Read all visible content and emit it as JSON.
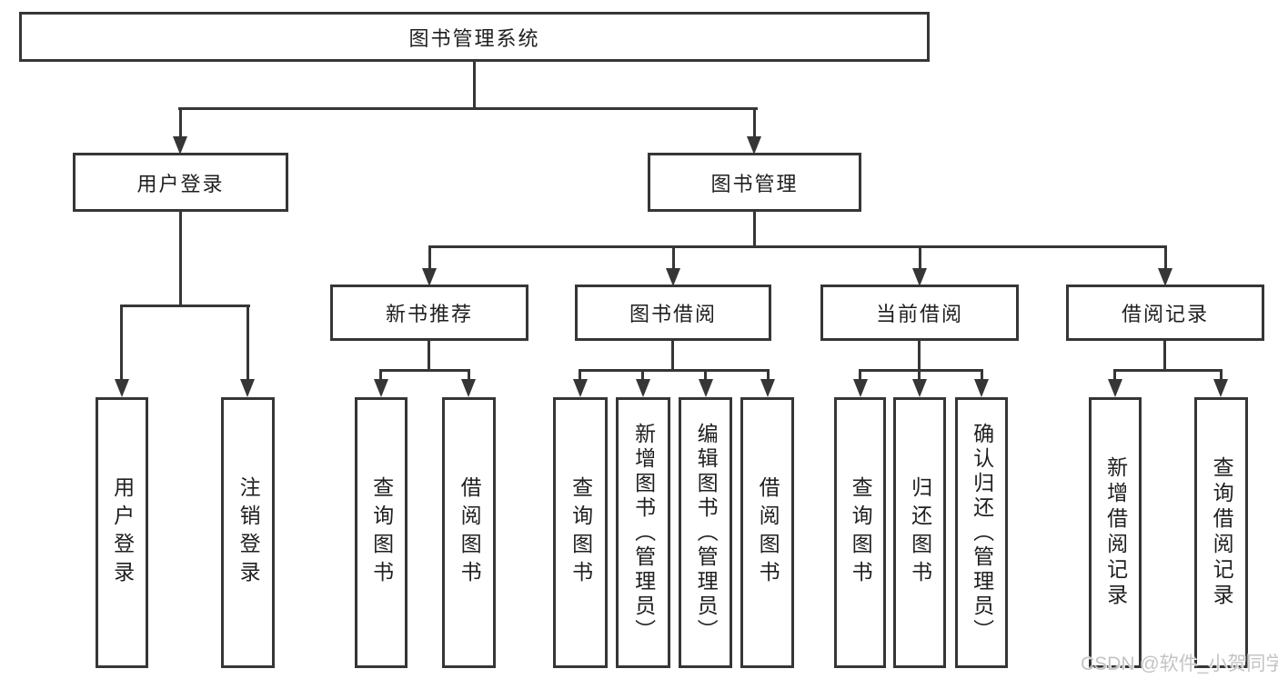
{
  "diagram": {
    "title": "图书管理系统",
    "level1": {
      "user_login": "用户登录",
      "book_mgmt": "图书管理"
    },
    "level2": {
      "new_books": "新书推荐",
      "borrowing": "图书借阅",
      "current": "当前借阅",
      "records": "借阅记录"
    },
    "leaves": {
      "user_login": [
        "用户登录",
        "注销登录"
      ],
      "new_books": [
        "查询图书",
        "借阅图书"
      ],
      "borrowing": [
        "查询图书",
        "新增图书（管理员）",
        "编辑图书（管理员）",
        "借阅图书"
      ],
      "current": [
        "查询图书",
        "归还图书",
        "确认归还（管理员）"
      ],
      "records": [
        "新增借阅记录",
        "查询借阅记录"
      ]
    }
  },
  "watermark": "CSDN @软件_小贺同学",
  "colors": {
    "line": "#363636",
    "text": "#1f1f1f",
    "background": "#ffffff",
    "watermark": "#c4c4c4"
  }
}
